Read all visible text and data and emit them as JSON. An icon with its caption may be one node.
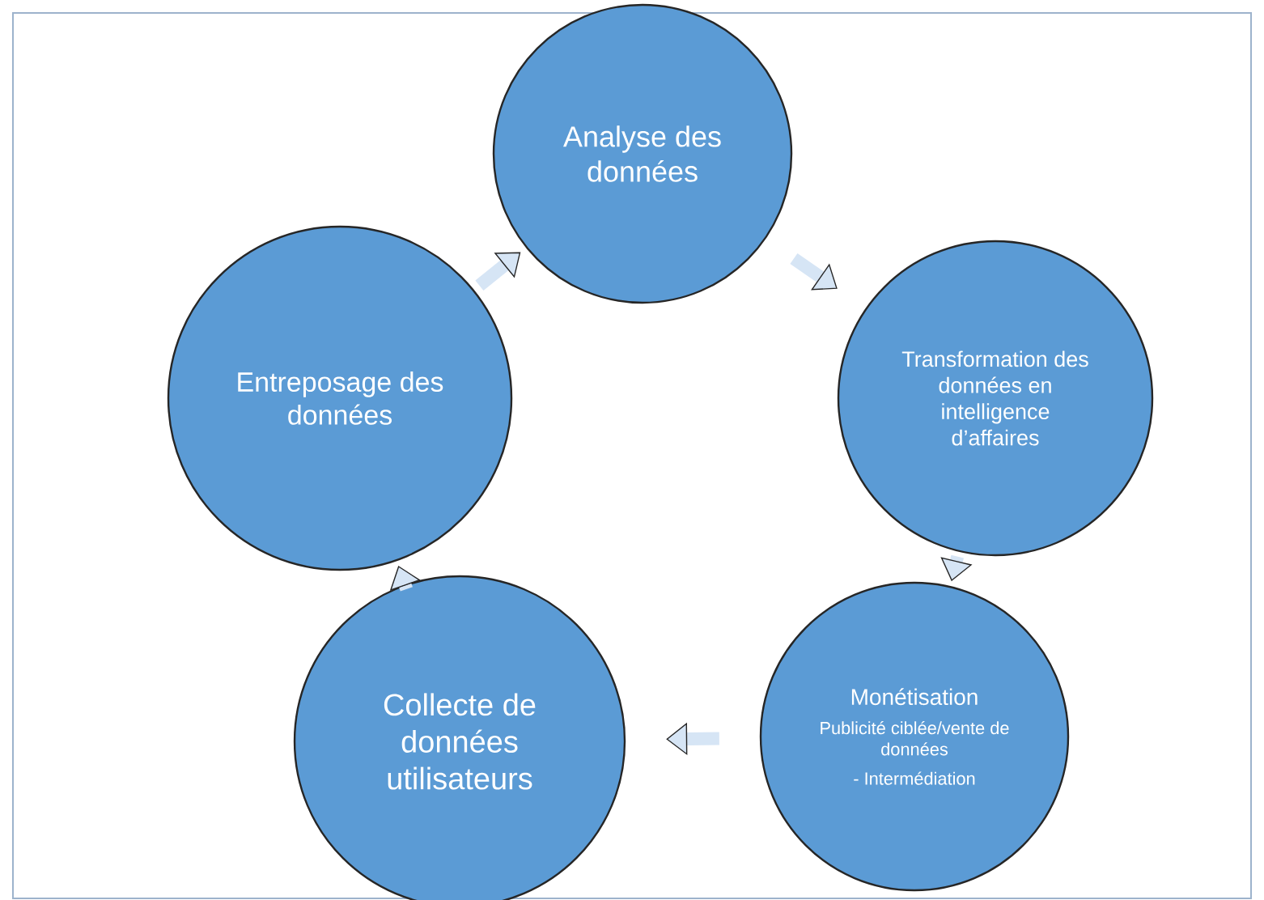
{
  "diagram": {
    "nodes": [
      {
        "text": [
          "Analyse des données"
        ]
      },
      {
        "text": [
          "Transformation des données en intelligence d’affaires"
        ]
      },
      {
        "text": [
          "Monétisation",
          "Publicité ciblée/vente de données",
          "- Intermédiation"
        ]
      },
      {
        "text": [
          "Collecte de données utilisateurs"
        ]
      },
      {
        "text": [
          "Entreposage des données"
        ]
      }
    ],
    "edges": [
      {
        "from": 0,
        "to": 1,
        "arrow": "to"
      },
      {
        "from": 1,
        "to": 2,
        "arrow": "to"
      },
      {
        "from": 2,
        "to": 3,
        "arrow": "to"
      },
      {
        "from": 3,
        "to": 4,
        "arrow": "to"
      },
      {
        "from": 4,
        "to": 0,
        "arrow": "to"
      }
    ]
  }
}
